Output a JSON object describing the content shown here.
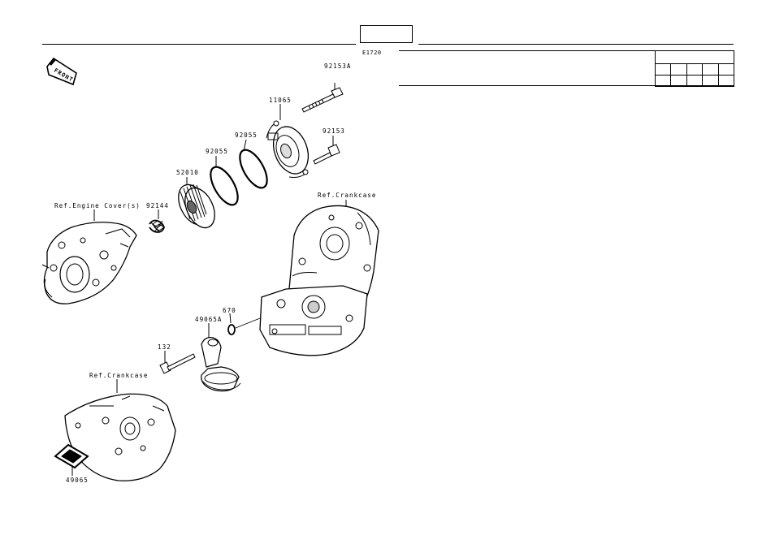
{
  "header": {
    "box_text": "",
    "drawing_code": "E1720"
  },
  "badge": {
    "front": "FRONT"
  },
  "callouts": {
    "p92153A": "92153A",
    "p11065": "11065",
    "p92055a": "92055",
    "p92055b": "92055",
    "p92153": "92153",
    "p52010": "52010",
    "p92144": "92144",
    "ref_engine_cover": "Ref.Engine Cover(s)",
    "ref_crankcase_1": "Ref.Crankcase",
    "p670": "670",
    "p49065A": "49065A",
    "p132": "132",
    "ref_crankcase_2": "Ref.Crankcase",
    "p49065": "49065"
  }
}
